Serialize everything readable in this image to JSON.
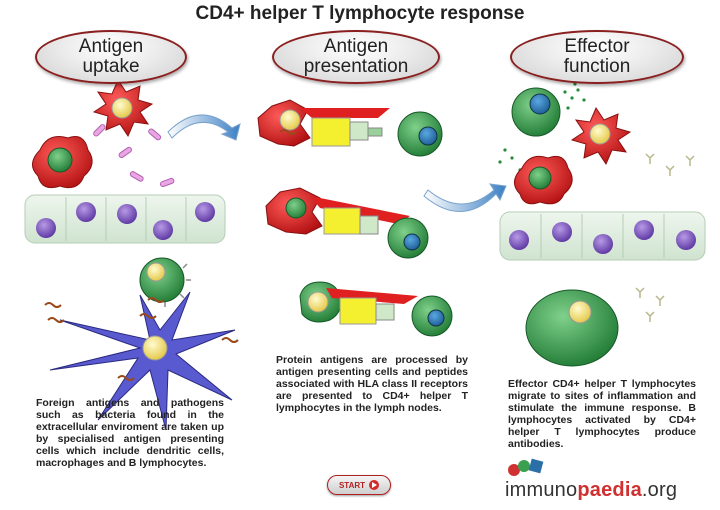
{
  "title": "CD4+ helper T lymphocyte response",
  "stages": [
    {
      "line1": "Antigen",
      "line2": "uptake"
    },
    {
      "line1": "Antigen",
      "line2": "presentation"
    },
    {
      "line1": "Effector",
      "line2": "function"
    }
  ],
  "descriptions": {
    "uptake": "Foreign antigens and pathogens such as bacteria found in the extracellular enviroment are taken up by specialised antigen presenting cells which include dendritic cells, macrophages and B lymphocytes.",
    "presentation": "Protein antigens are processed by antigen presenting cells and peptides associated with HLA class II receptors are presented to CD4+ helper T lymphocytes in the lymph nodes.",
    "effector": "Effector CD4+ helper T lymphocytes migrate to sites of inflammation and stimulate the immune response. B lymphocytes activated by CD4+ helper T lymphocytes produce antibodies."
  },
  "start_label": "START",
  "brand": {
    "part1": "immuno",
    "part2": "paedia",
    "part3": ".org"
  },
  "colors": {
    "accent": "#d03030",
    "green_cell": "#3aa050",
    "blue_nucleus": "#2a6fa8",
    "yellow_nucleus": "#f2e070",
    "purple_nucleus": "#7a4fb0"
  }
}
